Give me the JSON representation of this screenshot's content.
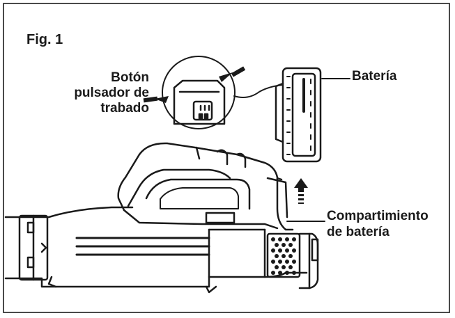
{
  "figure": {
    "fig_label": "Fig. 1",
    "callouts": {
      "release_button": [
        "Botón",
        "pulsador de",
        "trabado"
      ],
      "battery": "Batería",
      "battery_compartment": [
        "Compartimiento",
        "de batería"
      ]
    }
  },
  "icons": {
    "arrow": "up-arrow-icon",
    "button_press_arrows": "press-arrow-icon"
  },
  "colors": {
    "line": "#1a1a1a",
    "frame": "#4a4a4a",
    "background": "#ffffff"
  }
}
